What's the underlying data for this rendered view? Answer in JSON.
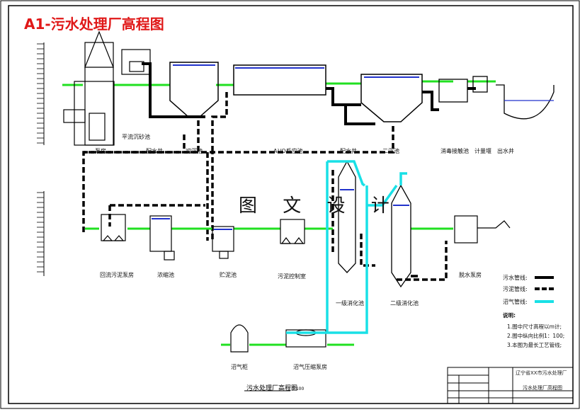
{
  "title": "A1-污水处理厂高程图",
  "watermark": "图 文 设 计",
  "colors": {
    "sewage": "#000000",
    "sludge": "#000000",
    "biogas": "#19e0e6",
    "water_level": "#21e021",
    "title": "#e01818",
    "tags": "#cc0000"
  },
  "top_units": [
    {
      "key": "pump",
      "label": "泵房"
    },
    {
      "key": "grit",
      "label": "平流沉砂池"
    },
    {
      "key": "primary",
      "label": "初沉池"
    },
    {
      "key": "distwell1",
      "label": "配水井"
    },
    {
      "key": "a2o",
      "label": "A²/O反应池"
    },
    {
      "key": "distwell2",
      "label": "配水井"
    },
    {
      "key": "secondary",
      "label": "二沉池"
    },
    {
      "key": "disinfect",
      "label": "消毒接触池"
    },
    {
      "key": "meter",
      "label": "计量堰"
    },
    {
      "key": "outfall",
      "label": "出水井"
    }
  ],
  "bottom_units": [
    {
      "key": "sludge_return",
      "label": "回流污泥泵房"
    },
    {
      "key": "thickener",
      "label": "浓缩池"
    },
    {
      "key": "storage",
      "label": "贮泥池"
    },
    {
      "key": "control",
      "label": "污泥控制室"
    },
    {
      "key": "digester1",
      "label": "一级消化池"
    },
    {
      "key": "digester2",
      "label": "二级消化池"
    },
    {
      "key": "dewater",
      "label": "脱水泵房"
    },
    {
      "key": "gasholder",
      "label": "沼气柜"
    },
    {
      "key": "compressor",
      "label": "沼气压缩泵房"
    }
  ],
  "legend": {
    "sewage": "污水管线:",
    "sludge": "污泥管线:",
    "biogas": "沼气管线:"
  },
  "notes": {
    "heading": "说明:",
    "items": [
      "1.图中尺寸高程以m计;",
      "2.图中纵向比例1：100;",
      "3.本图为最长工艺管线;"
    ]
  },
  "drawing_caption": "污水处理厂高程图",
  "caption_scale": "1:100",
  "title_block": {
    "project": "辽宁省XX市污水处理厂",
    "drawing": "污水处理厂高程图"
  }
}
